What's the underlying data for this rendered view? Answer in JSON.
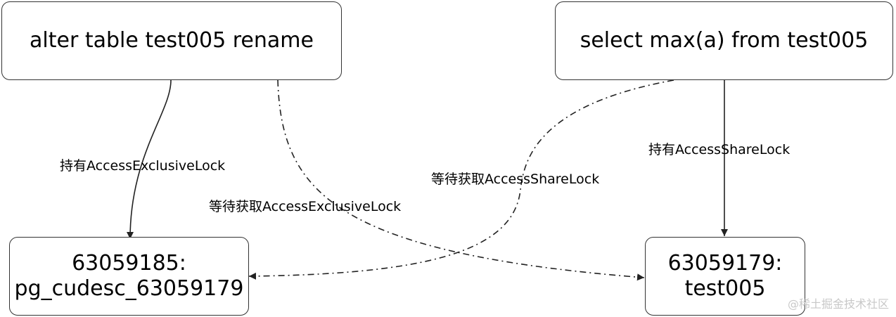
{
  "nodes": {
    "alter": {
      "text": "alter table test005 rename"
    },
    "select": {
      "text": "select max(a) from test005"
    },
    "cudesc": {
      "text": "63059185:\npg_cudesc_63059179"
    },
    "test005": {
      "text": "63059179:\ntest005"
    }
  },
  "edges": {
    "alter_holds": {
      "label": "持有AccessExclusiveLock"
    },
    "alter_waits": {
      "label": "等待获取AccessExclusiveLock"
    },
    "select_waits": {
      "label": "等待获取AccessShareLock"
    },
    "select_holds": {
      "label": "持有AccessShareLock"
    }
  },
  "watermark": "@稀土掘金技术社区",
  "colors": {
    "border": "#333333",
    "line": "#222222",
    "watermark": "#c8c8c8"
  }
}
